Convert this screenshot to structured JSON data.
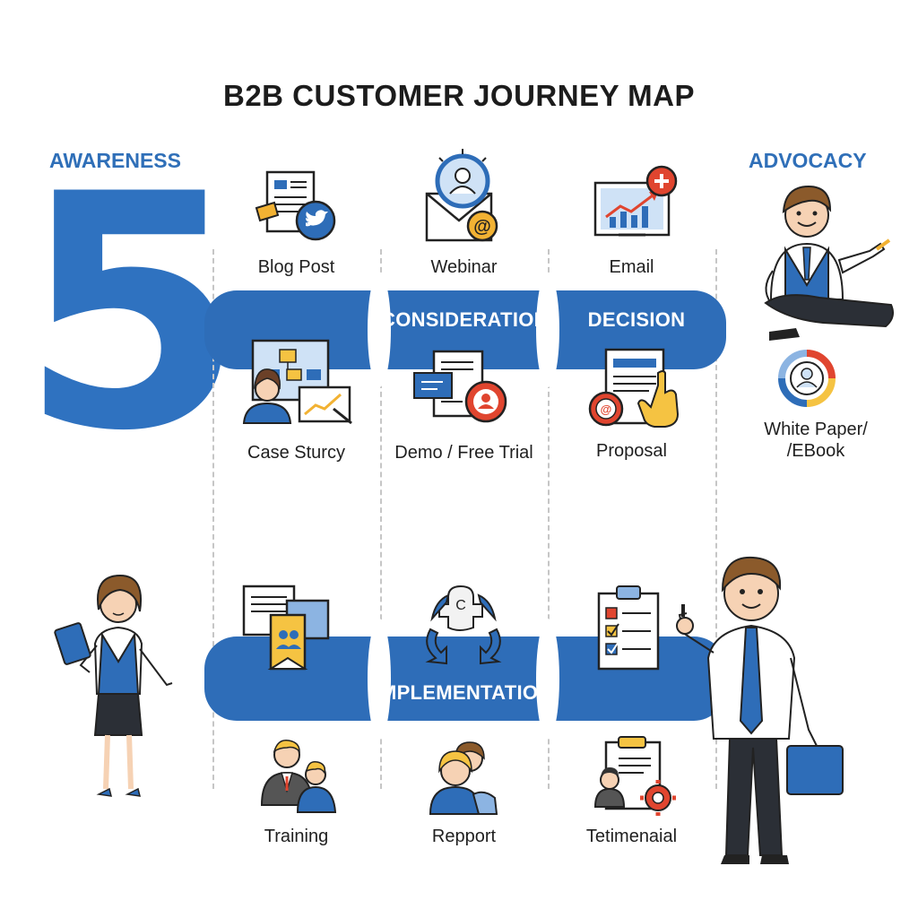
{
  "title": "B2B CUSTOMER JOURNEY MAP",
  "big_number": "5",
  "stages": {
    "awareness": "AWARENESS",
    "advocacy": "ADVOCACY",
    "consideration": "CONSIDERATION",
    "decision": "DECISION",
    "implementation": "IMPLEMENTATION"
  },
  "items": {
    "blog_post": "Blog Post",
    "webinar": "Webinar",
    "email": "Email",
    "case_study": "Case Sturcy",
    "demo": "Demo / Free Trial",
    "proposal": "Proposal",
    "white_paper_1": "White Paper/",
    "white_paper_2": "/EBook",
    "training": "Training",
    "report": "Repport",
    "testimonial": "Tetimenaial"
  },
  "icons": [
    "blog-post-icon",
    "twitter-icon",
    "webinar-icon",
    "email-chart-icon",
    "case-study-icon",
    "demo-icon",
    "proposal-icon",
    "white-paper-icon",
    "training-icon",
    "report-icon",
    "testimonial-icon",
    "puzzle-cycle-icon",
    "checklist-icon",
    "presentation-icon"
  ],
  "colors": {
    "accent": "#2e6db8",
    "orange": "#f2b233",
    "red": "#e0452f",
    "yellow": "#f5c342"
  }
}
